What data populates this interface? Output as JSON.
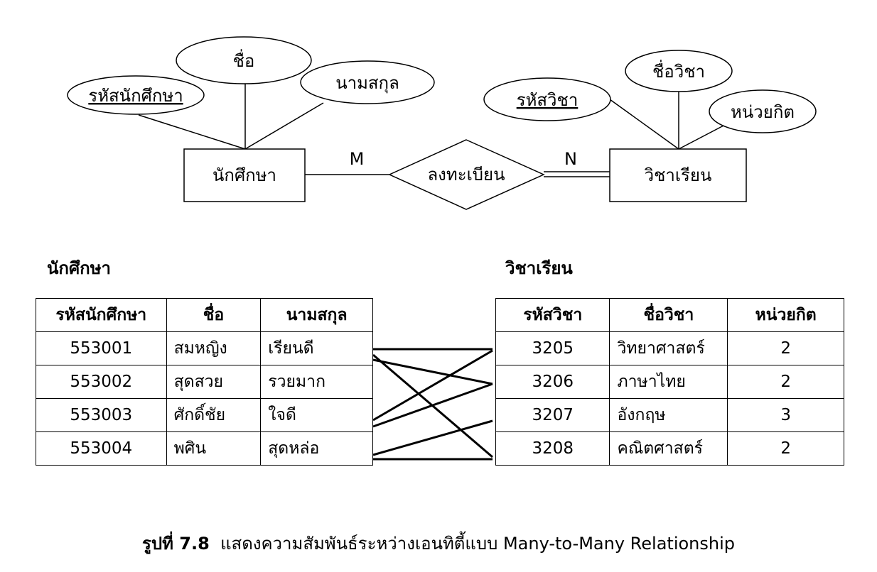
{
  "er": {
    "entities": {
      "student": "นักศึกษา",
      "course": "วิชาเรียน"
    },
    "relationship": "ลงทะเบียน",
    "cardinality": {
      "student_side": "M",
      "course_side": "N"
    },
    "student_attrs": {
      "key": "รหัสนักศึกษา",
      "name": "ชื่อ",
      "surname": "นามสกุล"
    },
    "course_attrs": {
      "key": "รหัสวิชา",
      "name": "ชื่อวิชา",
      "credits": "หน่วยกิต"
    }
  },
  "student_table": {
    "title": "นักศึกษา",
    "headers": [
      "รหัสนักศึกษา",
      "ชื่อ",
      "นามสกุล"
    ],
    "rows": [
      [
        "553001",
        "สมหญิง",
        "เรียนดี"
      ],
      [
        "553002",
        "สุดสวย",
        "รวยมาก"
      ],
      [
        "553003",
        "ศักดิ์ชัย",
        "ใจดี"
      ],
      [
        "553004",
        "พศิน",
        "สุดหล่อ"
      ]
    ]
  },
  "course_table": {
    "title": "วิชาเรียน",
    "headers": [
      "รหัสวิชา",
      "ชื่อวิชา",
      "หน่วยกิต"
    ],
    "rows": [
      [
        "3205",
        "วิทยาศาสตร์",
        "2"
      ],
      [
        "3206",
        "ภาษาไทย",
        "2"
      ],
      [
        "3207",
        "อังกฤษ",
        "3"
      ],
      [
        "3208",
        "คณิตศาสตร์",
        "2"
      ]
    ]
  },
  "caption": {
    "label": "รูปที่ 7.8",
    "text": "แสดงความสัมพันธ์ระหว่างเอนทิตี้แบบ Many-to-Many Relationship"
  }
}
